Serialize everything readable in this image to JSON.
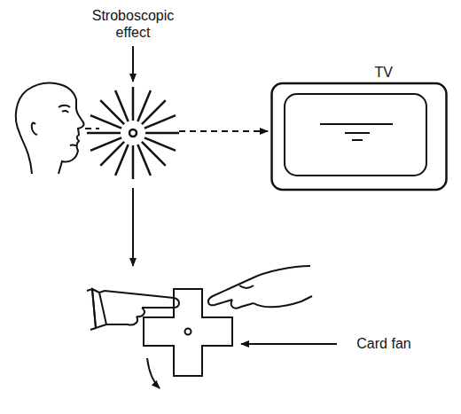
{
  "diagram": {
    "nodes": [
      {
        "text": [
          "TV"
        ]
      }
    ],
    "labels": [
      "Stroboscopic effect",
      "Card fan"
    ]
  }
}
